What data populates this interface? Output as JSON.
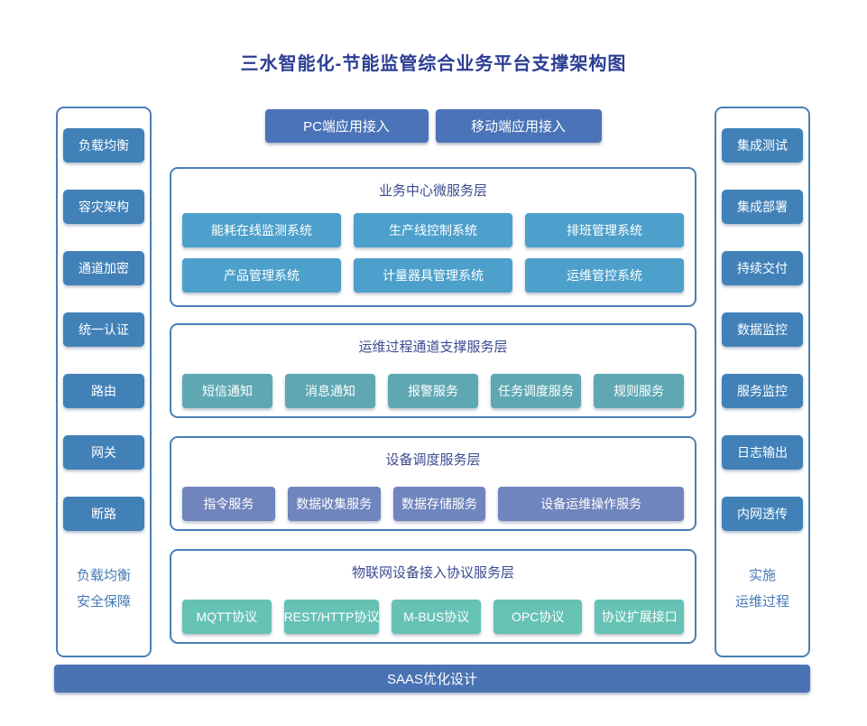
{
  "title": "三水智能化-节能监管综合业务平台支撑架构图",
  "top_buttons": [
    "PC端应用接入",
    "移动端应用接入"
  ],
  "left_panel": {
    "items": [
      "负载均衡",
      "容灾架构",
      "通道加密",
      "统一认证",
      "路由",
      "网关",
      "断路"
    ],
    "footer": [
      "负载均衡",
      "安全保障"
    ]
  },
  "right_panel": {
    "items": [
      "集成测试",
      "集成部署",
      "持续交付",
      "数据监控",
      "服务监控",
      "日志输出",
      "内网透传"
    ],
    "footer": [
      "实施",
      "运维过程"
    ]
  },
  "layers": [
    {
      "title": "业务中心微服务层",
      "color": "#4da0cb",
      "items": [
        "能耗在线监测系统",
        "生产线控制系统",
        "排班管理系统",
        "产品管理系统",
        "计量器具管理系统",
        "运维管控系统"
      ]
    },
    {
      "title": "运维过程通道支撑服务层",
      "color": "#5fa8b3",
      "items": [
        "短信通知",
        "消息通知",
        "报警服务",
        "任务调度服务",
        "规则服务"
      ]
    },
    {
      "title": "设备调度服务层",
      "color": "#7085bd",
      "items": [
        "指令服务",
        "数据收集服务",
        "数据存储服务",
        "设备运维操作服务"
      ]
    },
    {
      "title": "物联网设备接入协议服务层",
      "color": "#66c2b4",
      "items": [
        "MQTT协议",
        "REST/HTTP协议",
        "M-BUS协议",
        "OPC协议",
        "协议扩展接口"
      ]
    }
  ],
  "bottom_bar": "SAAS优化设计",
  "colors": {
    "title_text": "#2c3e94",
    "panel_border": "#4a7fb5",
    "side_button": "#4181b8",
    "top_button": "#4a73b8",
    "bottom_bar": "#4a73b4",
    "layer1_button": "#4da0cb",
    "layer2_button": "#5fa8b3",
    "layer3_button": "#7085bd",
    "layer4_button": "#66c2b4"
  }
}
